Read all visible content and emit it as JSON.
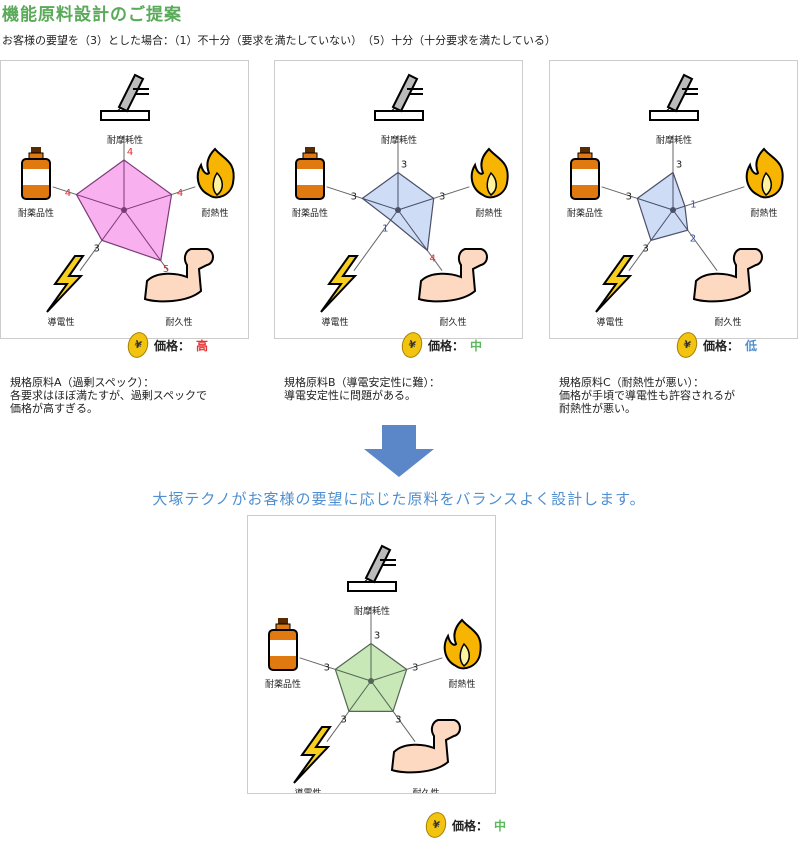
{
  "title": "機能原料設計のご提案",
  "subtitle": "お客様の要望を（3）とした場合：（1）不十分（要求を満たしていない）　（5）十分（十分要求を満たしている）",
  "axes": [
    "耐摩耗性",
    "耐熱性",
    "耐久性",
    "導電性",
    "耐薬品性"
  ],
  "icons": [
    "pen-writing-icon",
    "flame-icon",
    "flexed-arm-icon",
    "lightning-icon",
    "bottle-icon"
  ],
  "price_label": "価格：",
  "proposal": "大塚テクノがお客様の要望に応じた原料をバランスよく設計します。",
  "colors": {
    "high": "#e53030",
    "low": "#3355cc",
    "normal": "#222222",
    "price_high": "#e53030",
    "price_mid": "#5cb85c",
    "price_low": "#4f8fd0",
    "arrow": "#5b87c9"
  },
  "panels": [
    {
      "id": "a",
      "values": [
        4,
        4,
        5,
        3,
        4
      ],
      "fill": "#f9b0ee",
      "stroke": "#7a3b7a",
      "price": "高",
      "price_color": "#e53030",
      "description": "規格原料A（過剰スペック）：\n各要求はほぼ満たすが、過剰スペックで\n価格が高すぎる。"
    },
    {
      "id": "b",
      "values": [
        3,
        3,
        4,
        1,
        3
      ],
      "fill": "#cfdcf6",
      "stroke": "#4a5068",
      "price": "中",
      "price_color": "#5cb85c",
      "description": "規格原料B（導電安定性に難）：\n導電安定性に問題がある。"
    },
    {
      "id": "c",
      "values": [
        3,
        1,
        2,
        3,
        3
      ],
      "fill": "#cfdcf6",
      "stroke": "#4a5068",
      "price": "低",
      "price_color": "#4f8fd0",
      "description": "規格原料C（耐熱性が悪い）：\n価格が手頃で導電性も許容されるが\n耐熱性が悪い。"
    },
    {
      "id": "proposal",
      "values": [
        3,
        3,
        3,
        3,
        3
      ],
      "fill": "#c8e8b8",
      "stroke": "#556655",
      "price": "中",
      "price_color": "#5cb85c",
      "description": ""
    }
  ]
}
